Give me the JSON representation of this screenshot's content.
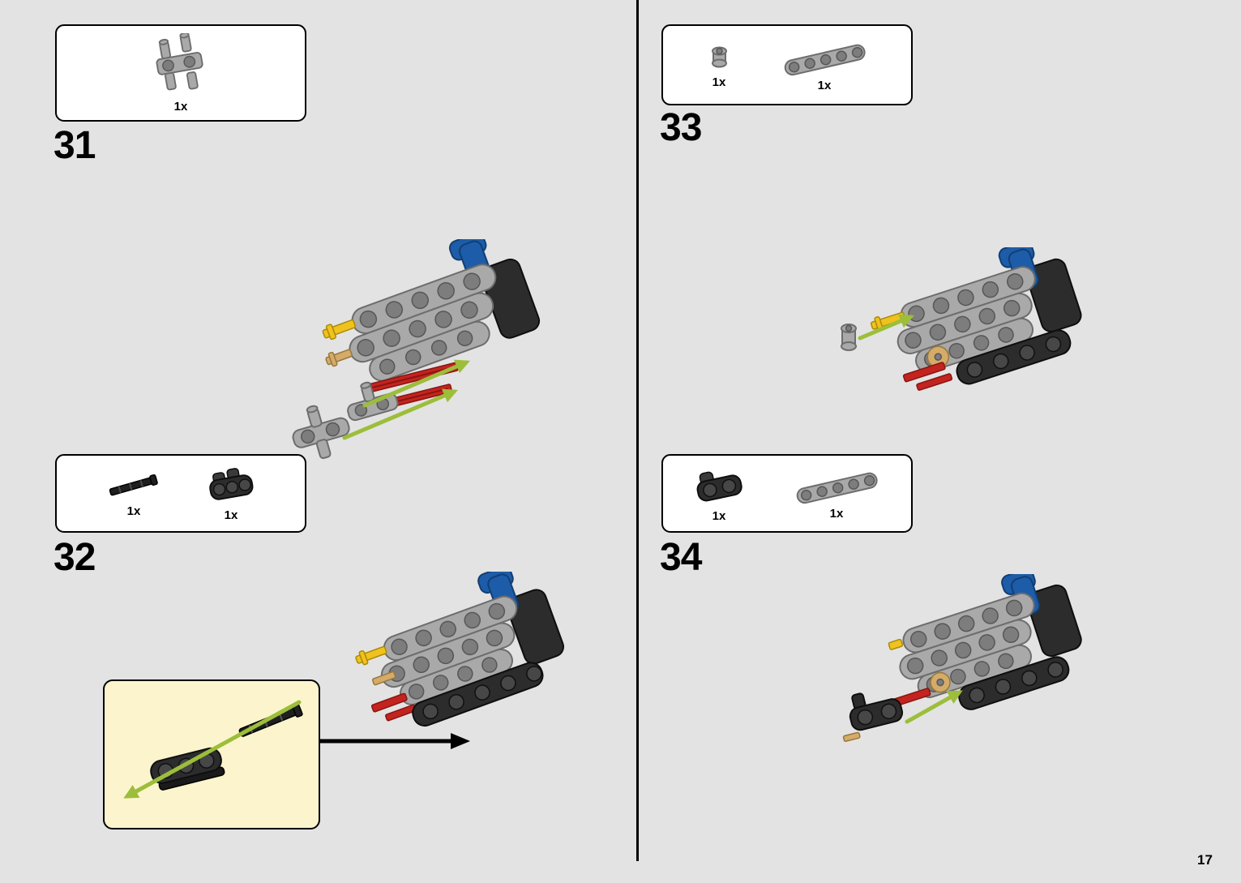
{
  "page": {
    "number": "17"
  },
  "colors": {
    "background": "#e3e3e3",
    "box_bg": "#ffffff",
    "callout_bg": "#fcf4cd",
    "arrow_green": "#9cbe3a",
    "brick_blue": "#1d5ca8",
    "brick_red": "#c3241f",
    "brick_yellow": "#f0c21d",
    "brick_tan": "#d4ab69",
    "brick_gray": "#a9a9a9",
    "brick_black": "#2c2c2c"
  },
  "steps": {
    "s31": {
      "label": "31",
      "parts": [
        {
          "icon": "perpendicular-pin-connector-gray",
          "qty": "1x"
        }
      ]
    },
    "s32": {
      "label": "32",
      "parts": [
        {
          "icon": "axle-3l-black",
          "qty": "1x"
        },
        {
          "icon": "pin-connector-block-black",
          "qty": "1x"
        }
      ]
    },
    "s33": {
      "label": "33",
      "parts": [
        {
          "icon": "half-bush-gray",
          "qty": "1x"
        },
        {
          "icon": "thin-liftarm-5l-gray",
          "qty": "1x"
        }
      ]
    },
    "s34": {
      "label": "34",
      "parts": [
        {
          "icon": "axle-pin-connector-black",
          "qty": "1x"
        },
        {
          "icon": "thin-liftarm-5l-gray",
          "qty": "1x"
        }
      ]
    }
  }
}
